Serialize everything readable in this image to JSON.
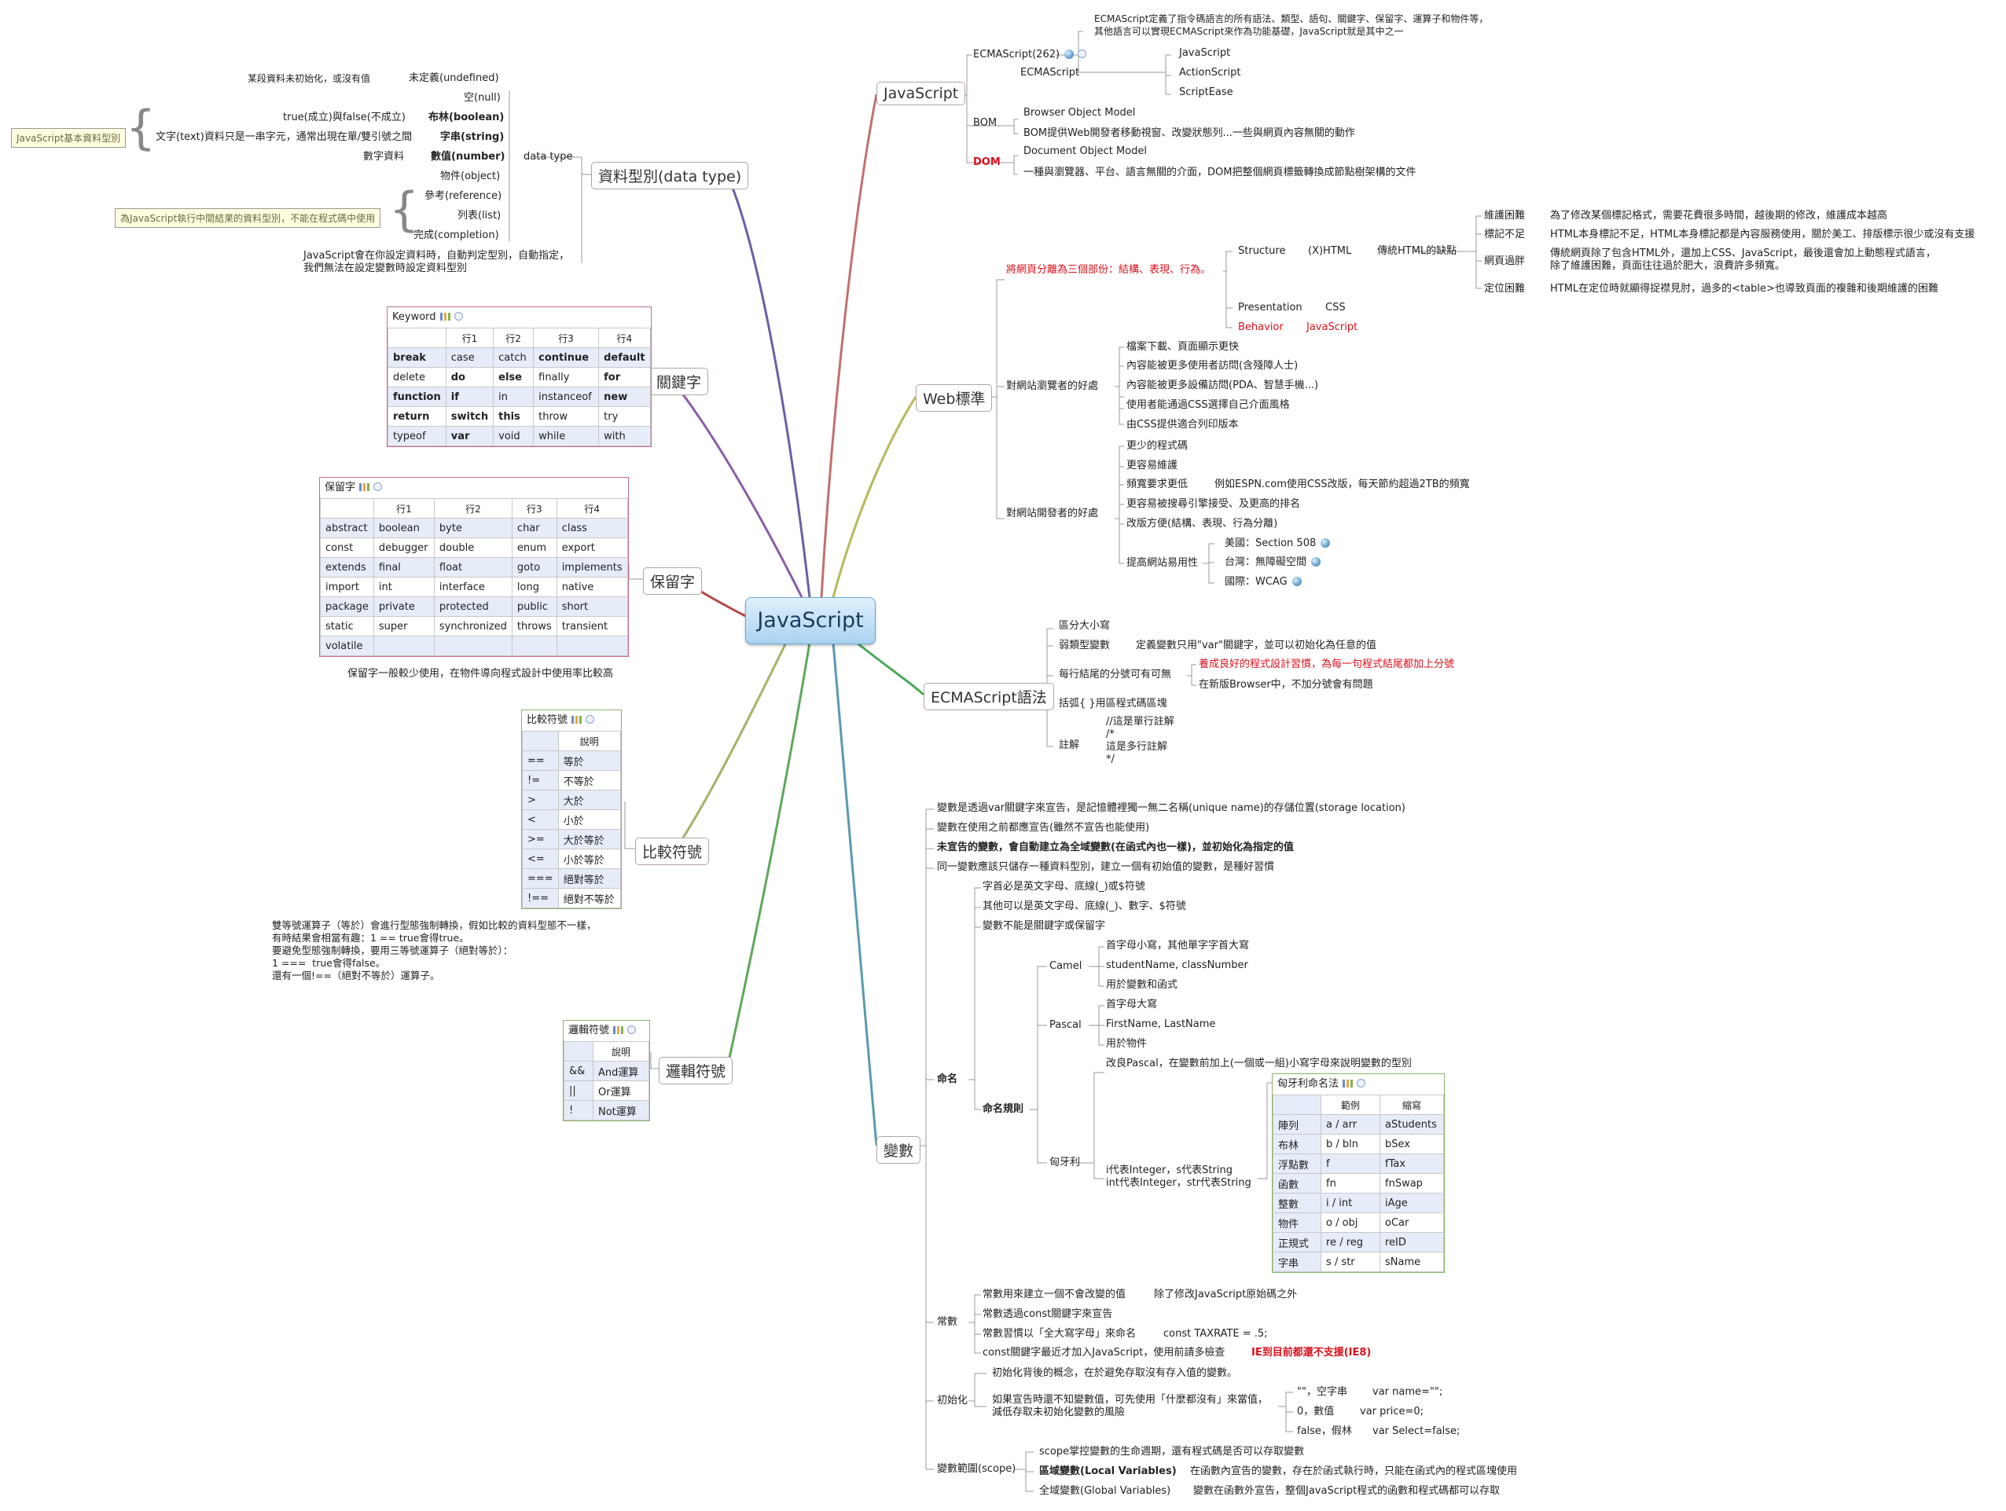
{
  "central": {
    "title": "JavaScript"
  },
  "branches": {
    "javascript": {
      "label": "JavaScript",
      "ecma262": "ECMAScript(262)",
      "ecma_desc": "ECMAScript定義了指令碼語言的所有語法、類型、語句、關鍵字、保留字、運算子和物件等，\n其他語言可以實現ECMAScript來作為功能基礎，JavaScript就是其中之一",
      "ecmascript": "ECMAScript",
      "impls": [
        "JavaScript",
        "ActionScript",
        "ScriptEase"
      ],
      "bom": "BOM",
      "bom_items": [
        "Browser Object Model",
        "BOM提供Web開發者移動視窗、改變狀態列...一些與網頁內容無關的動作"
      ],
      "dom": "DOM",
      "dom_items": [
        "Document Object Model",
        "一種與瀏覽器、平台、語言無關的介面，DOM把整個網頁標籤轉換成節點樹架構的文件"
      ]
    },
    "web": {
      "label": "Web標準",
      "three_parts": "將網頁分離為三個部份：結構、表現、行為。",
      "structure": "Structure",
      "xhtml": "(X)HTML",
      "html_faults": "傳統HTML的缺點",
      "faults": [
        {
          "k": "維護困難",
          "v": "為了修改某個標記格式，需要花費很多時間，越後期的修改，維護成本越高"
        },
        {
          "k": "標記不足",
          "v": "HTML本身標記不足，HTML本身標記都是內容服務使用，關於美工、排版標示很少或沒有支援"
        },
        {
          "k": "網頁過胖",
          "v": "傳統網頁除了包含HTML外，還加上CSS、JavaScript，最後還會加上動態程式語言，\n除了維護困難，頁面往往過於肥大，浪費許多頻寬。"
        },
        {
          "k": "定位困難",
          "v": "HTML在定位時就顯得捉襟見肘，過多的<table>也導致頁面的複雜和後期維護的困難"
        }
      ],
      "presentation": "Presentation",
      "css": "CSS",
      "behavior": "Behavior",
      "behavior_js": "JavaScript",
      "viewer_benefit": "對網站瀏覽者的好處",
      "viewer_items": [
        "檔案下載、頁面顯示更快",
        "內容能被更多使用者訪問(含殘障人士)",
        "內容能被更多設備訪問(PDA、智慧手機...)",
        "使用者能通過CSS選擇自己介面風格",
        "由CSS提供適合列印版本"
      ],
      "dev_benefit": "對網站開發者的好處",
      "dev_items": [
        "更少的程式碼",
        "更容易維護",
        "頻寬要求更低",
        "更容易被搜尋引擎接受、及更高的排名",
        "改版方便(結構、表現、行為分離)",
        "提高網站易用性"
      ],
      "bandwidth_example": "例如ESPN.com使用CSS改版，每天節約超過2TB的頻寬",
      "usability": [
        "美國：Section 508",
        "台灣：無障礙空間",
        "國際：WCAG"
      ]
    },
    "syntax": {
      "label": "ECMAScript語法",
      "case": "區分大小寫",
      "weak": "弱類型變數",
      "weak_desc": "定義變數只用\"var\"關鍵字，並可以初始化為任意的值",
      "semicolon": "每行結尾的分號可有可無",
      "semicolon_items": [
        "養成良好的程式設計習慣，為每一句程式結尾都加上分號",
        "在新版Browser中，不加分號會有問題"
      ],
      "braces": "括弧{ }用區程式碼區塊",
      "comment": "註解",
      "comment_text": "//這是單行註解\n/*\n這是多行註解\n*/"
    },
    "variables": {
      "label": "變數",
      "lines": [
        "變數是透過var關鍵字來宣告，是記憶體裡獨一無二名稱(unique name)的存儲位置(storage location)",
        "變數在使用之前都應宣告(雖然不宣告也能使用)",
        "未宣告的變數，會自動建立為全域變數(在函式內也一樣)，並初始化為指定的值",
        "同一變數應該只儲存一種資料型別，建立一個有初始值的變數，是種好習慣"
      ],
      "naming": "命名",
      "naming_items": [
        "字首必是英文字母、底線(_)或$符號",
        "其他可以是英文字母、底線(_)、數字、$符號",
        "變數不能是關鍵字或保留字"
      ],
      "rules": "命名規則",
      "camel": "Camel",
      "camel_items": [
        "首字母小寫，其他單字字首大寫",
        "studentName, classNumber",
        "用於變數和函式"
      ],
      "pascal": "Pascal",
      "pascal_items": [
        "首字母大寫",
        "FirstName, LastName",
        "用於物件"
      ],
      "hungarian": "匈牙利",
      "hungarian_desc": "改良Pascal，在變數前加上(一個或一組)小寫字母來說明變數的型別",
      "hungarian_example": "i代表Integer，s代表String\nint代表Integer，str代表String",
      "hungarian_table": {
        "caption": "匈牙利命名法",
        "headers": [
          "",
          "範例",
          "縮寫"
        ],
        "rows": [
          [
            "陣列",
            "a / arr",
            "aStudents"
          ],
          [
            "布林",
            "b / bln",
            "bSex"
          ],
          [
            "浮點數",
            "f",
            "fTax"
          ],
          [
            "函數",
            "fn",
            "fnSwap"
          ],
          [
            "整數",
            "i / int",
            "iAge"
          ],
          [
            "物件",
            "o / obj",
            "oCar"
          ],
          [
            "正規式",
            "re / reg",
            "reID"
          ],
          [
            "字串",
            "s / str",
            "sName"
          ]
        ]
      },
      "const": "常數",
      "const_items": [
        "常數用來建立一個不會改變的值",
        "常數透過const關鍵字來宣告",
        "常數習慣以「全大寫字母」來命名",
        "const關鍵字最近才加入JavaScript，使用前請多檢查"
      ],
      "const_note1": "除了修改JavaScript原始碼之外",
      "const_note2": "const TAXRATE = .5;",
      "const_note3": "IE到目前都還不支援(IE8)",
      "init": "初始化",
      "init_items": [
        "初始化背後的概念，在於避免存取沒有存入值的變數。",
        "如果宣告時還不知變數值，可先使用「什麼都沒有」來當值，\n減低存取未初始化變數的風險"
      ],
      "init_vals": [
        [
          "\"\"，空字串",
          "var name=\"\";"
        ],
        [
          "0，數值",
          "var price=0;"
        ],
        [
          "false，假林",
          "var Select=false;"
        ]
      ],
      "scope": "變數範圍(scope)",
      "scope_items": [
        "scope掌控變數的生命週期，還有程式碼是否可以存取變數",
        "區域變數(Local Variables)",
        "全域變數(Global Variables)"
      ],
      "scope_notes": [
        "在函數內宣告的變數，存在於函式執行時，只能在函式內的程式區塊使用",
        "變數在函數外宣告，整個JavaScript程式的函數和程式碼都可以存取"
      ]
    },
    "datatype": {
      "label": "資料型別(data type)",
      "data_type": "data type",
      "callout1": "JavaScript基本資料型別",
      "callout2": "為JavaScript執行中間結果的資料型別，不能在程式碼中使用",
      "undefined_desc": "某段資料未初始化，或沒有值",
      "undefined": "未定義(undefined)",
      "null": "空(null)",
      "boolean_desc": "true(成立)與false(不成立)",
      "boolean": "布林(boolean)",
      "string_desc": "文字(text)資料只是一串字元，通常出現在單/雙引號之間",
      "string": "字串(string)",
      "number_desc": "數字資料",
      "number": "數值(number)",
      "object": "物件(object)",
      "reference": "參考(reference)",
      "list": "列表(list)",
      "completion": "完成(completion)",
      "auto": "JavaScript會在你設定資料時，自動判定型別，自動指定，\n我們無法在設定變數時設定資料型別"
    },
    "keywords": {
      "label": "關鍵字",
      "caption": "Keyword",
      "headers": [
        "",
        "行1",
        "行2",
        "行3",
        "行4"
      ],
      "rows": [
        [
          "break",
          "case",
          "catch",
          "continue",
          "default"
        ],
        [
          "delete",
          "do",
          "else",
          "finally",
          "for"
        ],
        [
          "function",
          "if",
          "in",
          "instanceof",
          "new"
        ],
        [
          "return",
          "switch",
          "this",
          "throw",
          "try"
        ],
        [
          "typeof",
          "var",
          "void",
          "while",
          "with"
        ]
      ]
    },
    "reserved": {
      "label": "保留字",
      "caption": "保留字",
      "headers": [
        "",
        "行1",
        "行2",
        "行3",
        "行4"
      ],
      "rows": [
        [
          "abstract",
          "boolean",
          "byte",
          "char",
          "class"
        ],
        [
          "const",
          "debugger",
          "double",
          "enum",
          "export"
        ],
        [
          "extends",
          "final",
          "float",
          "goto",
          "implements"
        ],
        [
          "import",
          "int",
          "interface",
          "long",
          "native"
        ],
        [
          "package",
          "private",
          "protected",
          "public",
          "short"
        ],
        [
          "static",
          "super",
          "synchronized",
          "throws",
          "transient"
        ],
        [
          "volatile",
          "",
          "",
          "",
          ""
        ]
      ],
      "note": "保留字一般較少使用，在物件導向程式設計中使用率比較高"
    },
    "comparison": {
      "label": "比較符號",
      "caption": "比較符號",
      "headers": [
        "",
        "說明"
      ],
      "rows": [
        [
          "==",
          "等於"
        ],
        [
          "!=",
          "不等於"
        ],
        [
          ">",
          "大於"
        ],
        [
          "<",
          "小於"
        ],
        [
          ">=",
          "大於等於"
        ],
        [
          "<=",
          "小於等於"
        ],
        [
          "===",
          "絕對等於"
        ],
        [
          "!==",
          "絕對不等於"
        ]
      ],
      "note": "雙等號運算子（等於）會進行型態強制轉換，假如比較的資料型態不一樣，\n有時結果會相當有趣：1 == true會得true。\n要避免型態強制轉換，要用三等號運算子（絕對等於）：\n1 ===  true會得false。\n還有一個!==（絕對不等於）運算子。"
    },
    "logic": {
      "label": "邏輯符號",
      "caption": "邏輯符號",
      "headers": [
        "",
        "說明"
      ],
      "rows": [
        [
          "&&",
          "And運算"
        ],
        [
          "||",
          "Or運算"
        ],
        [
          "!",
          "Not運算"
        ]
      ]
    }
  }
}
